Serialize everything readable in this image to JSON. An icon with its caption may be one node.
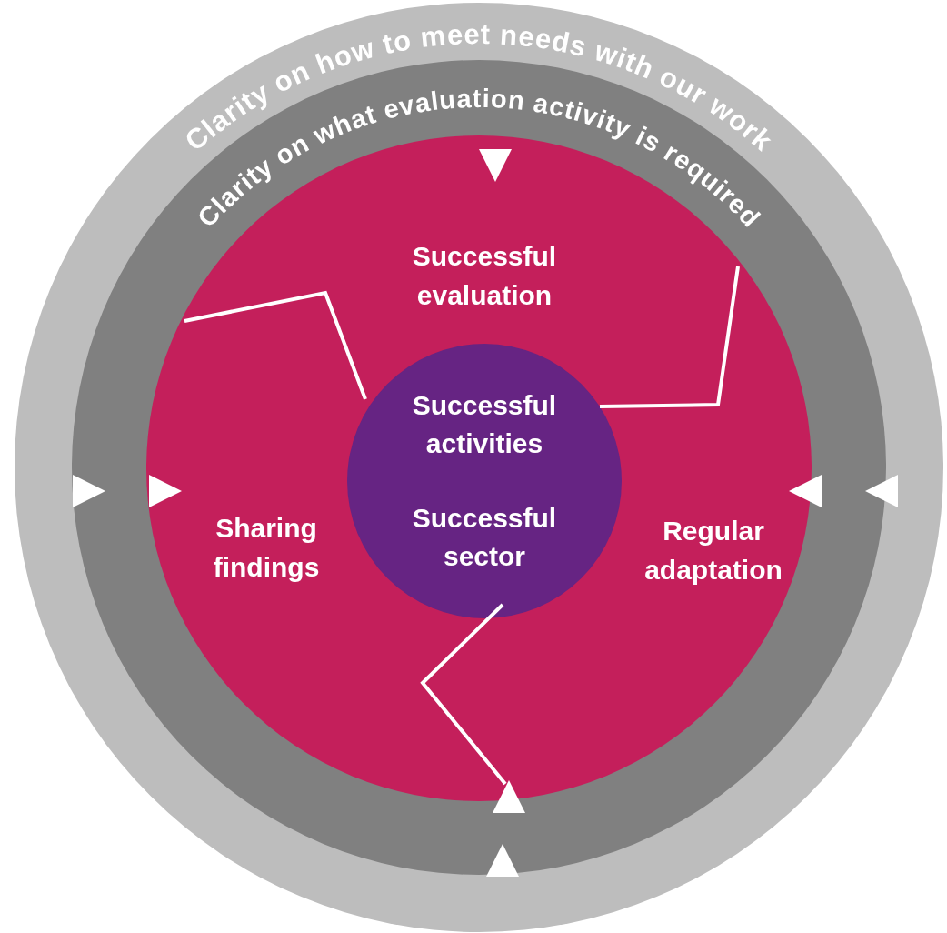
{
  "diagram": {
    "nodes": [
      {
        "text": [],
        "shape": "circle"
      },
      {
        "text": [],
        "shape": "circle",
        "in": 0
      },
      {
        "text": [],
        "shape": "circle",
        "in": 1
      },
      {
        "text": [
          "Successful evaluation"
        ],
        "in": 2
      },
      {
        "text": [
          "Successful activities",
          "Successful sector"
        ],
        "in": 2
      },
      {
        "text": [
          "Sharing findings"
        ],
        "in": 2
      },
      {
        "text": [
          "Regular adaptation"
        ],
        "in": 2
      }
    ],
    "labels": [
      "Clarity on how to meet needs with our work",
      "Clarity on what evaluation activity is required"
    ]
  }
}
